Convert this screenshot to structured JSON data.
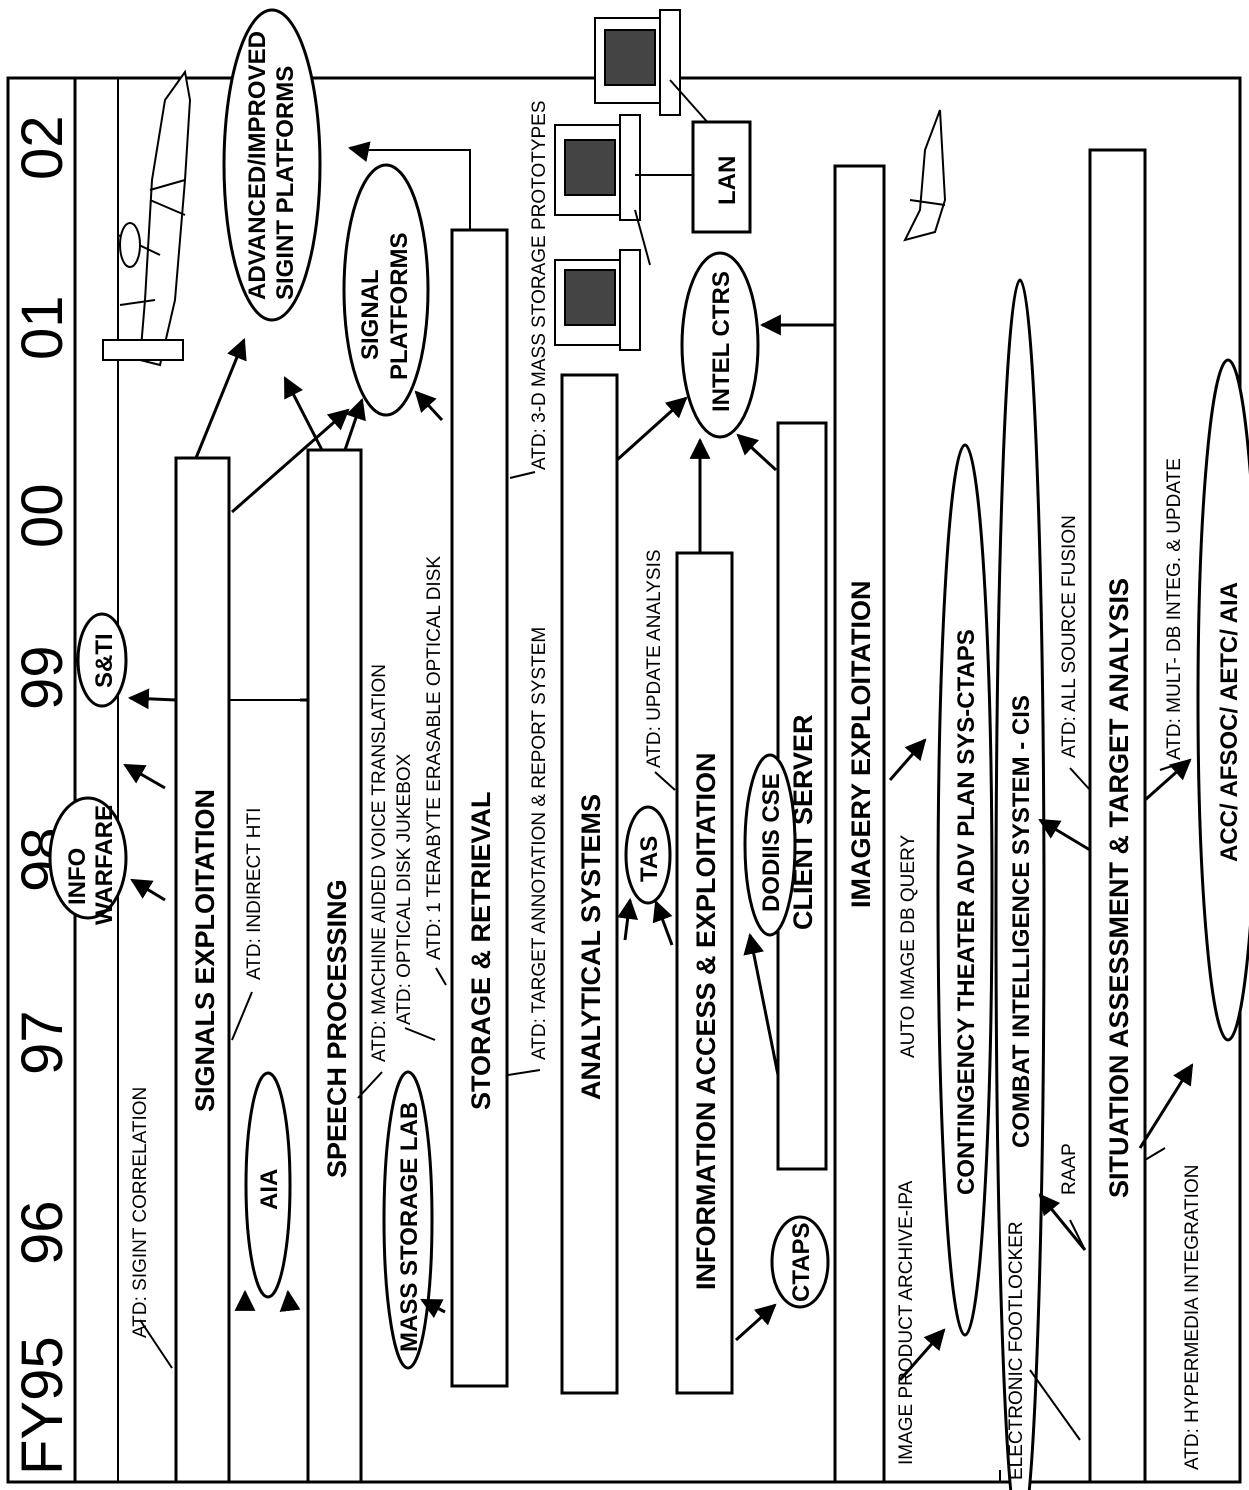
{
  "years": [
    "FY95",
    "96",
    "97",
    "98",
    "99",
    "00",
    "01",
    "02"
  ],
  "bars": {
    "signals_exploitation": "SIGNALS EXPLOITATION",
    "speech_processing": "SPEECH PROCESSING",
    "storage_retrieval": "STORAGE & RETRIEVAL",
    "analytical_systems": "ANALYTICAL SYSTEMS",
    "information_access": "INFORMATION ACCESS & EXPLOITATION",
    "client_server": "CLIENT SERVER",
    "imagery_exploitation": "IMAGERY EXPLOITATION",
    "situation_assessment": "SITUATION ASSESSMENT & TARGET ANALYSIS"
  },
  "ovals": {
    "info_warfare": [
      "INFO",
      "WARFARE"
    ],
    "sti": "S&TI",
    "aia": "AIA",
    "mass_storage_lab": "MASS STORAGE LAB",
    "tas": "TAS",
    "dodiis_cse": "DODIIS CSE",
    "ctaps": "CTAPS",
    "signal_platforms": [
      "SIGNAL",
      "PLATFORMS"
    ],
    "advanced_sigint": [
      "ADVANCED/IMPROVED",
      "SIGINT PLATFORMS"
    ],
    "intel_ctrs": "INTEL CTRS",
    "contingency_theater": "CONTINGENCY THEATER ADV PLAN SYS-CTAPS",
    "combat_intelligence": "COMBAT INTELLIGENCE SYSTEM - CIS",
    "acc_afsoc": "ACC/ AFSOC/ AETC/ AIA"
  },
  "labels": {
    "sigint_correlation": "ATD: SIGINT CORRELATION",
    "indirect_hti": "ATD: INDIRECT HTI",
    "machine_voice": "ATD: MACHINE AIDED VOICE TRANSLATION",
    "optical_jukebox": "ATD: OPTICAL DISK JUKEBOX",
    "terabyte_disk": "ATD: 1 TERABYTE ERASABLE OPTICAL DISK",
    "target_annotation": "ATD: TARGET ANNOTATION & REPORT SYSTEM",
    "mass_storage_prototypes": "ATD: 3-D MASS STORAGE PROTOTYPES",
    "update_analysis": "ATD: UPDATE ANALYSIS",
    "auto_image_db": "AUTO IMAGE DB QUERY",
    "image_product_archive": "IMAGE PRODUCT ARCHIVE-IPA",
    "electronic_footlocker": "ELECTRONIC FOOTLOCKER",
    "raap": "RAAP",
    "all_source_fusion": "ATD: ALL SOURCE FUSION",
    "mult_db": "ATD: MULT- DB  INTEG. & UPDATE",
    "hypermedia": "ATD: HYPERMEDIA INTEGRATION",
    "lan": "LAN"
  }
}
